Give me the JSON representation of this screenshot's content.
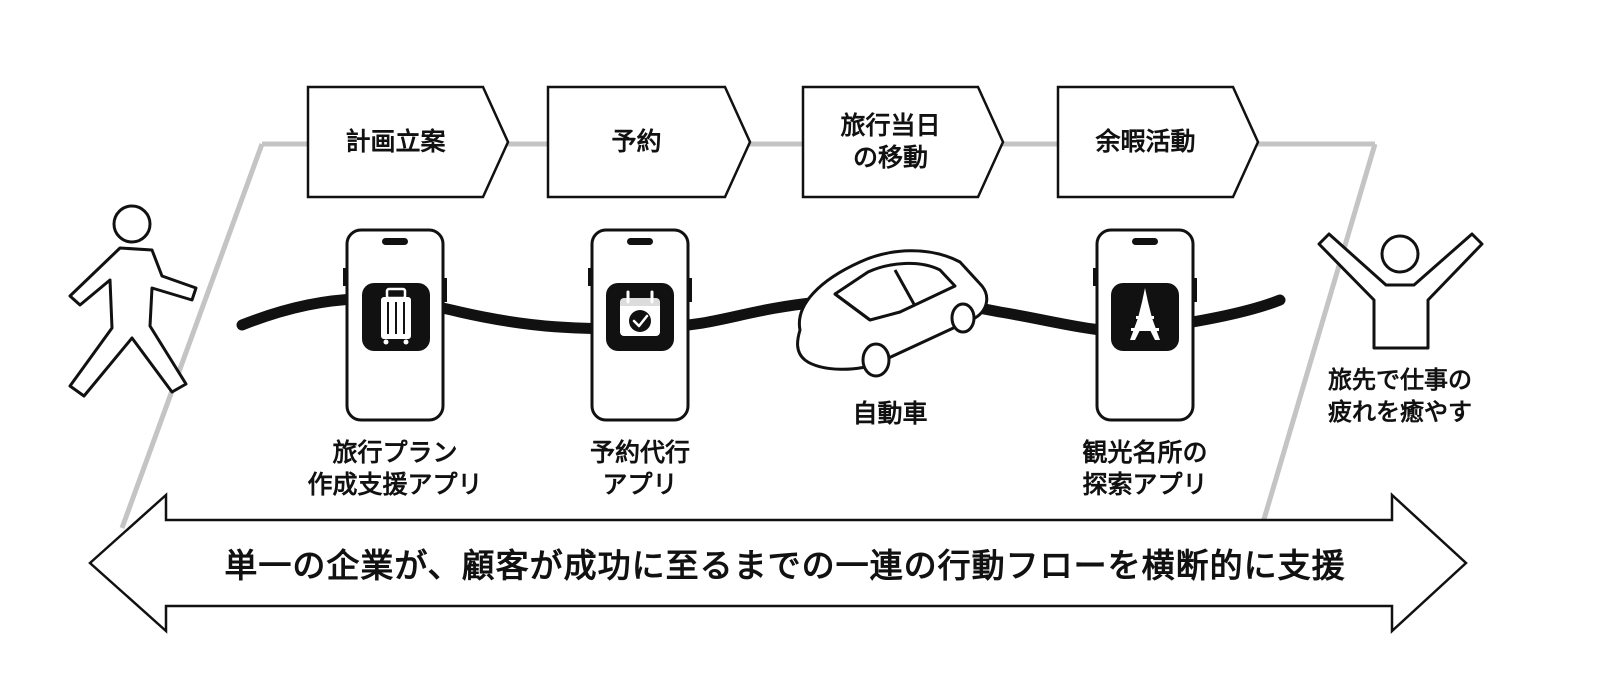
{
  "steps": [
    {
      "lines": [
        "計画立案"
      ]
    },
    {
      "lines": [
        "予約"
      ]
    },
    {
      "lines": [
        "旅行当日",
        "の移動"
      ]
    },
    {
      "lines": [
        "余暇活動"
      ]
    }
  ],
  "items": [
    {
      "icon": "suitcase-icon",
      "lines": [
        "旅行プラン",
        "作成支援アプリ"
      ]
    },
    {
      "icon": "calendar-check-icon",
      "lines": [
        "予約代行",
        "アプリ"
      ]
    },
    {
      "icon": "car-icon",
      "lines": [
        "自動車"
      ]
    },
    {
      "icon": "eiffel-tower-icon",
      "lines": [
        "観光名所の",
        "探索アプリ"
      ]
    }
  ],
  "goal": {
    "icon": "person-arms-raised-icon",
    "lines": [
      "旅先で仕事の",
      "疲れを癒やす"
    ]
  },
  "start": {
    "icon": "walking-person-icon"
  },
  "banner": {
    "text": "単一の企業が、顧客が成功に至るまでの一連の行動フローを横断的に支援"
  }
}
